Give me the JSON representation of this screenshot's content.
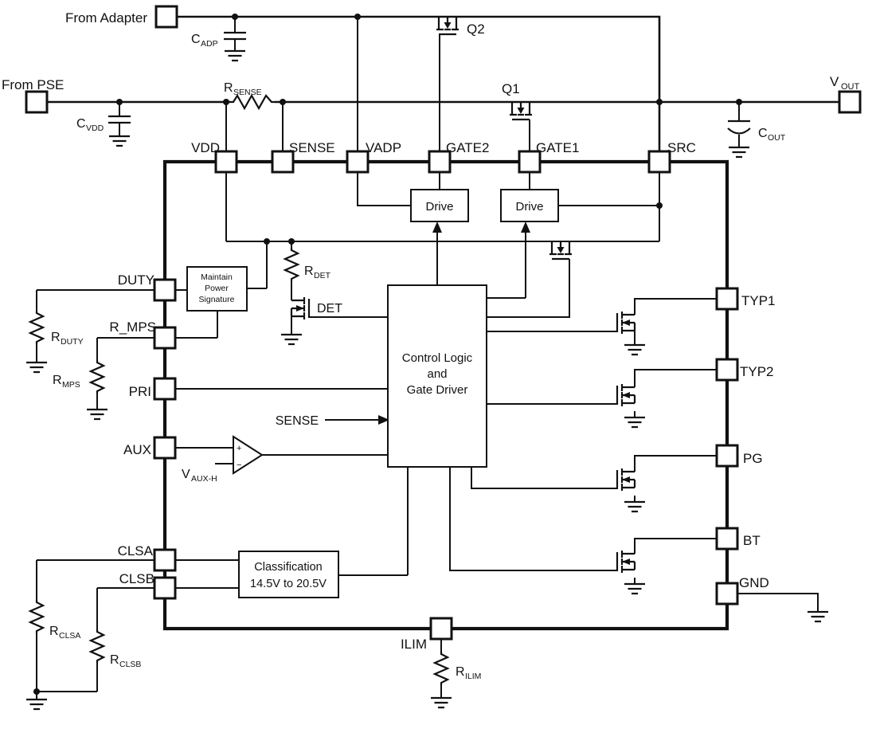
{
  "terminals": {
    "from_adapter": "From Adapter",
    "from_pse": "From PSE",
    "v_out": {
      "main": "V",
      "sub": "OUT"
    }
  },
  "pins": {
    "top": [
      "VDD",
      "SENSE",
      "VADP",
      "GATE2",
      "GATE1",
      "SRC"
    ],
    "left": [
      "DUTY",
      "R_MPS",
      "PRI",
      "AUX",
      "CLSA",
      "CLSB"
    ],
    "right": [
      "TYP1",
      "TYP2",
      "PG",
      "BT",
      "GND"
    ],
    "bottom": [
      "ILIM"
    ]
  },
  "transistors": {
    "q1": "Q1",
    "q2": "Q2"
  },
  "signals": {
    "det": "DET",
    "sense_internal": "SENSE",
    "v_aux_h": {
      "main": "V",
      "sub": "AUX-H"
    },
    "comparator_plus": "+",
    "comparator_minus": "−"
  },
  "passives": {
    "c_adp": {
      "main": "C",
      "sub": "ADP"
    },
    "c_vdd": {
      "main": "C",
      "sub": "VDD"
    },
    "c_out": {
      "main": "C",
      "sub": "OUT"
    },
    "r_sense": {
      "main": "R",
      "sub": "SENSE"
    },
    "r_det": {
      "main": "R",
      "sub": "DET"
    },
    "r_duty": {
      "main": "R",
      "sub": "DUTY"
    },
    "r_mps": {
      "main": "R",
      "sub": "MPS"
    },
    "r_clsa": {
      "main": "R",
      "sub": "CLSA"
    },
    "r_clsb": {
      "main": "R",
      "sub": "CLSB"
    },
    "r_ilim": {
      "main": "R",
      "sub": "ILIM"
    }
  },
  "blocks": {
    "drive_left": "Drive",
    "drive_right": "Drive",
    "control_logic": {
      "lines": [
        "Control Logic",
        "and",
        "Gate Driver"
      ]
    },
    "mps_block": {
      "lines": [
        "Maintain",
        "Power",
        "Signature"
      ]
    },
    "classification": {
      "lines": [
        "Classification",
        "14.5V to 20.5V"
      ]
    }
  },
  "colors": {
    "line": "#111111",
    "background": "#ffffff"
  }
}
